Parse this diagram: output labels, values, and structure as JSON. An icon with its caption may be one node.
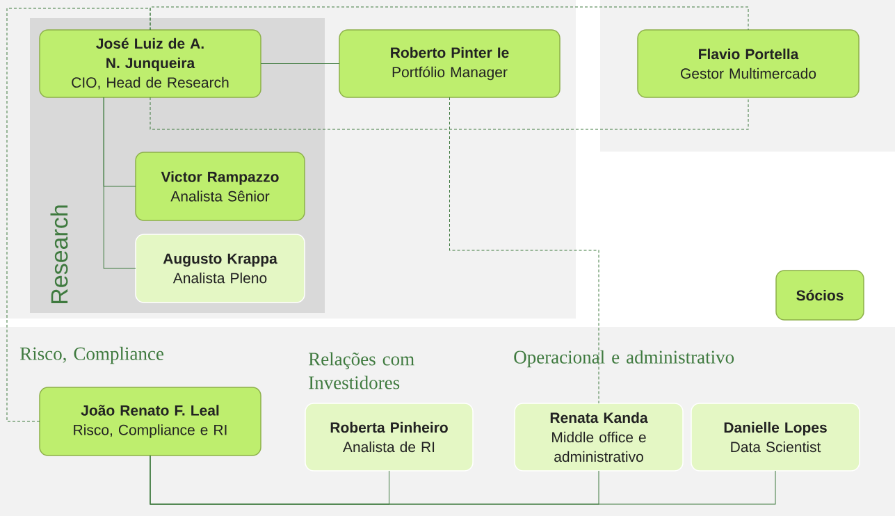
{
  "diagram": {
    "nodes": [
      {
        "text": [
          "Research"
        ]
      },
      {
        "text": [
          "José Luiz de A. N. Junqueira",
          "CIO, Head de Research"
        ],
        "in": 0
      },
      {
        "text": [
          "Victor Rampazzo",
          "Analista Sênior"
        ],
        "in": 0
      },
      {
        "text": [
          "Augusto Krappa",
          "Analista Pleno"
        ],
        "in": 0
      },
      {
        "text": [
          "Roberto Pinter Ie",
          "Portfólio Manager"
        ]
      },
      {
        "text": [
          "Flavio Portella",
          "Gestor Multimercado"
        ]
      },
      {
        "text": [
          "Sócios"
        ]
      },
      {
        "text": [
          "João Renato F. Leal",
          "Risco, Compliance e RI"
        ]
      },
      {
        "text": [
          "Roberta Pinheiro",
          "Analista de RI"
        ]
      },
      {
        "text": [
          "Renata Kanda",
          "Middle office e administrativo"
        ]
      },
      {
        "text": [
          "Danielle Lopes",
          "Data Scientist"
        ]
      }
    ],
    "edges": [
      {
        "from": 1,
        "to": 4,
        "arrow": "none"
      },
      {
        "from": 1,
        "to": 2,
        "arrow": "none"
      },
      {
        "from": 1,
        "to": 3,
        "arrow": "none"
      },
      {
        "from": 7,
        "to": 1,
        "arrow": "none",
        "style": "dashed"
      },
      {
        "from": 1,
        "to": 5,
        "arrow": "none",
        "style": "dashed"
      },
      {
        "from": 1,
        "to": 5,
        "arrow": "none",
        "style": "dashed"
      },
      {
        "from": 4,
        "to": 9,
        "arrow": "none",
        "style": "dashed"
      },
      {
        "from": 7,
        "to": 8,
        "arrow": "none"
      },
      {
        "from": 7,
        "to": 9,
        "arrow": "none"
      },
      {
        "from": 7,
        "to": 10,
        "arrow": "none"
      }
    ],
    "labels": [
      "Risco, Compliance",
      "Relações com Investidores",
      "Operacional e administrativo"
    ]
  }
}
